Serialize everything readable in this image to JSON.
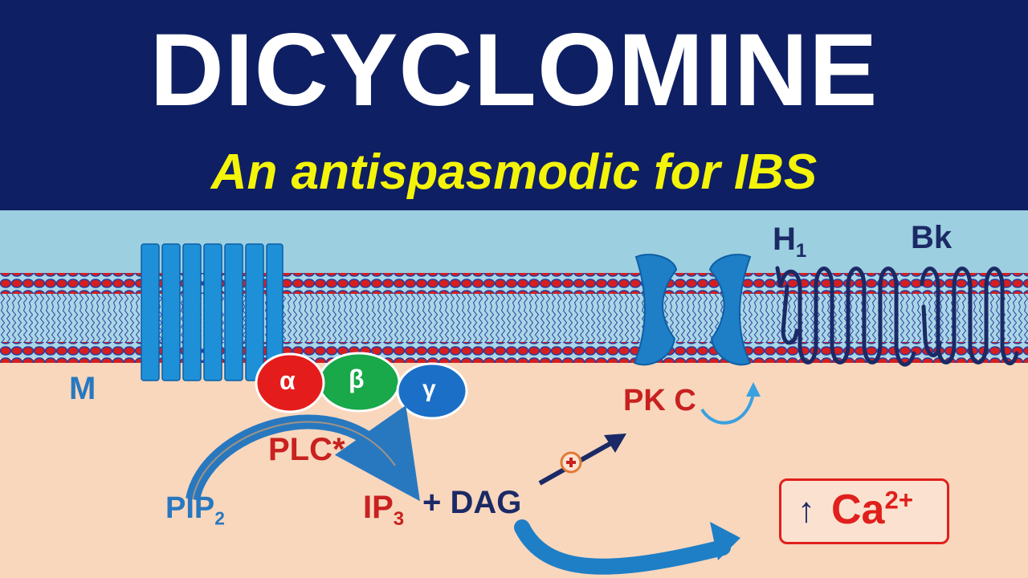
{
  "header": {
    "title": "DICYCLOMINE",
    "subtitle": "An antispasmodic for IBS"
  },
  "labels": {
    "m": "M",
    "alpha": "α",
    "beta": "β",
    "gamma": "γ",
    "plc": "PLC*",
    "pip_main": "PIP",
    "pip_sub": "2",
    "ip_main": "IP",
    "ip_sub": "3",
    "plus_dag": "+ DAG",
    "pkc": "PK C",
    "h_main": "H",
    "h_sub": "1",
    "bk": "Bk",
    "ca_arrow": "↑",
    "ca_main": "Ca",
    "ca_sup": "2+"
  },
  "colors": {
    "header_bg": "#0f1f63",
    "title": "#ffffff",
    "subtitle": "#f4f40a",
    "extracellular": "#9ccfe0",
    "cytoplasm": "#f9d7bd",
    "receptor": "#1e90d8",
    "alpha": "#e51c1c",
    "beta": "#19a84a",
    "gamma": "#1b6fc6",
    "red_text": "#c8211f",
    "blue_text": "#2878c0",
    "navy_text": "#1b2a66"
  }
}
